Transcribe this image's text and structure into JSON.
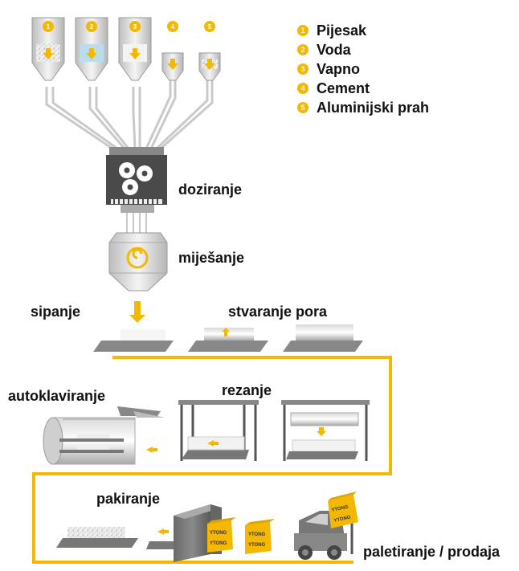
{
  "legend": [
    {
      "num": "1",
      "label": "Pijesak"
    },
    {
      "num": "2",
      "label": "Voda"
    },
    {
      "num": "3",
      "label": "Vapno"
    },
    {
      "num": "4",
      "label": "Cement"
    },
    {
      "num": "5",
      "label": "Aluminijski prah"
    }
  ],
  "steps": {
    "dosing": "doziranje",
    "mixing": "miješanje",
    "pouring": "sipanje",
    "pore_forming": "stvaranje pora",
    "autoclaving": "autoklaviranje",
    "cutting": "rezanje",
    "packing": "pakiranje",
    "palletizing": "paletiranje / prodaja"
  },
  "brand": "YTONG",
  "colors": {
    "accent": "#f5b800",
    "metal": "#9a9a9a",
    "dark": "#555555",
    "water": "#b8dcf0"
  }
}
